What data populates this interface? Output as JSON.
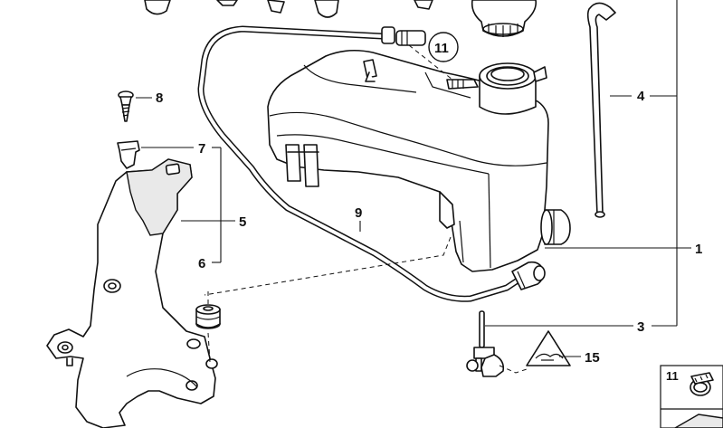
{
  "callouts": {
    "c1": "1",
    "c3": "3",
    "c4": "4",
    "c5": "5",
    "c6": "6",
    "c7": "7",
    "c8": "8",
    "c9": "9",
    "c11": "11",
    "c15": "15"
  },
  "legend": {
    "box_label": "11"
  }
}
